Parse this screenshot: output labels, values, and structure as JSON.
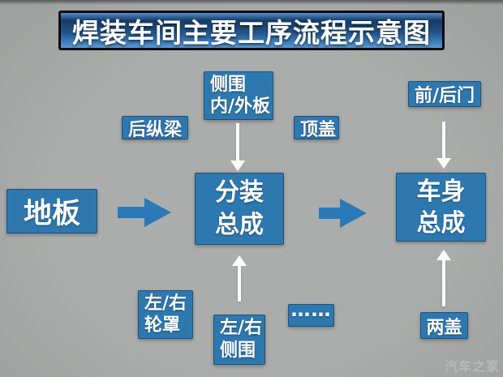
{
  "title": "焊装车间主要工序流程示意图",
  "colors": {
    "background": "#a8aaa9",
    "box_blue": "#2e78b0",
    "arrow_blue": "#2b79b6",
    "title_border": "#0d0d0d"
  },
  "nodes": {
    "floor": {
      "label": "地板"
    },
    "subassembly": {
      "line1": "分装",
      "line2": "总成"
    },
    "body_assembly": {
      "line1": "车身",
      "line2": "总成"
    }
  },
  "labels": {
    "side_panel": {
      "line1": "侧围",
      "line2": "内/外板"
    },
    "rear_rail": "后纵梁",
    "roof": "顶盖",
    "front_rear_doors": "前/后门",
    "wheel_house": {
      "line1": "左/右",
      "line2": "轮罩"
    },
    "side_frame": {
      "line1": "左/右",
      "line2": "侧围"
    },
    "ellipsis": "……",
    "two_covers": "两盖"
  },
  "watermark": "汽车之家"
}
